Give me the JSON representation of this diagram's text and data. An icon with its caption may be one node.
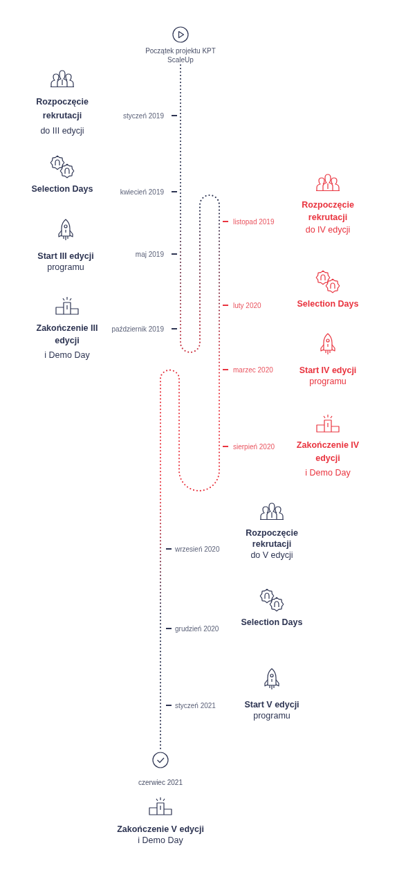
{
  "diagram": {
    "nodes": [
      {
        "text": [
          "Początek projektu KPT ScaleUp"
        ]
      },
      {
        "text": [
          "Rozpoczęcie rekrutacji",
          "do III edycji"
        ]
      },
      {
        "text": [
          "Selection Days"
        ]
      },
      {
        "text": [
          "Start III edycji",
          "programu"
        ]
      },
      {
        "text": [
          "Zakończenie III edycji",
          "i Demo Day"
        ]
      },
      {
        "text": [
          "Rozpoczęcie rekrutacji",
          "do IV edycji"
        ]
      },
      {
        "text": [
          "Selection Days"
        ]
      },
      {
        "text": [
          "Start IV edycji",
          "programu"
        ]
      },
      {
        "text": [
          "Zakończenie IV edycji",
          "i Demo Day"
        ]
      },
      {
        "text": [
          "Rozpoczęcie rekrutacji",
          "do V edycji"
        ]
      },
      {
        "text": [
          "Selection Days"
        ]
      },
      {
        "text": [
          "Start V edycji",
          "programu"
        ]
      },
      {
        "text": [
          "czerwiec 2021"
        ]
      },
      {
        "text": [
          "Zakończenie V edycji",
          "i Demo Day"
        ]
      }
    ],
    "edges": [
      {
        "from": 0,
        "to": 12,
        "arrow": "none",
        "style": "dashed"
      }
    ],
    "labels": [
      "styczeń 2019",
      "kwiecień 2019",
      "maj 2019",
      "październik 2019",
      "listopad 2019",
      "luty 2020",
      "marzec 2020",
      "sierpień 2020",
      "wrzesień 2020",
      "grudzień 2020",
      "styczeń 2021"
    ]
  }
}
